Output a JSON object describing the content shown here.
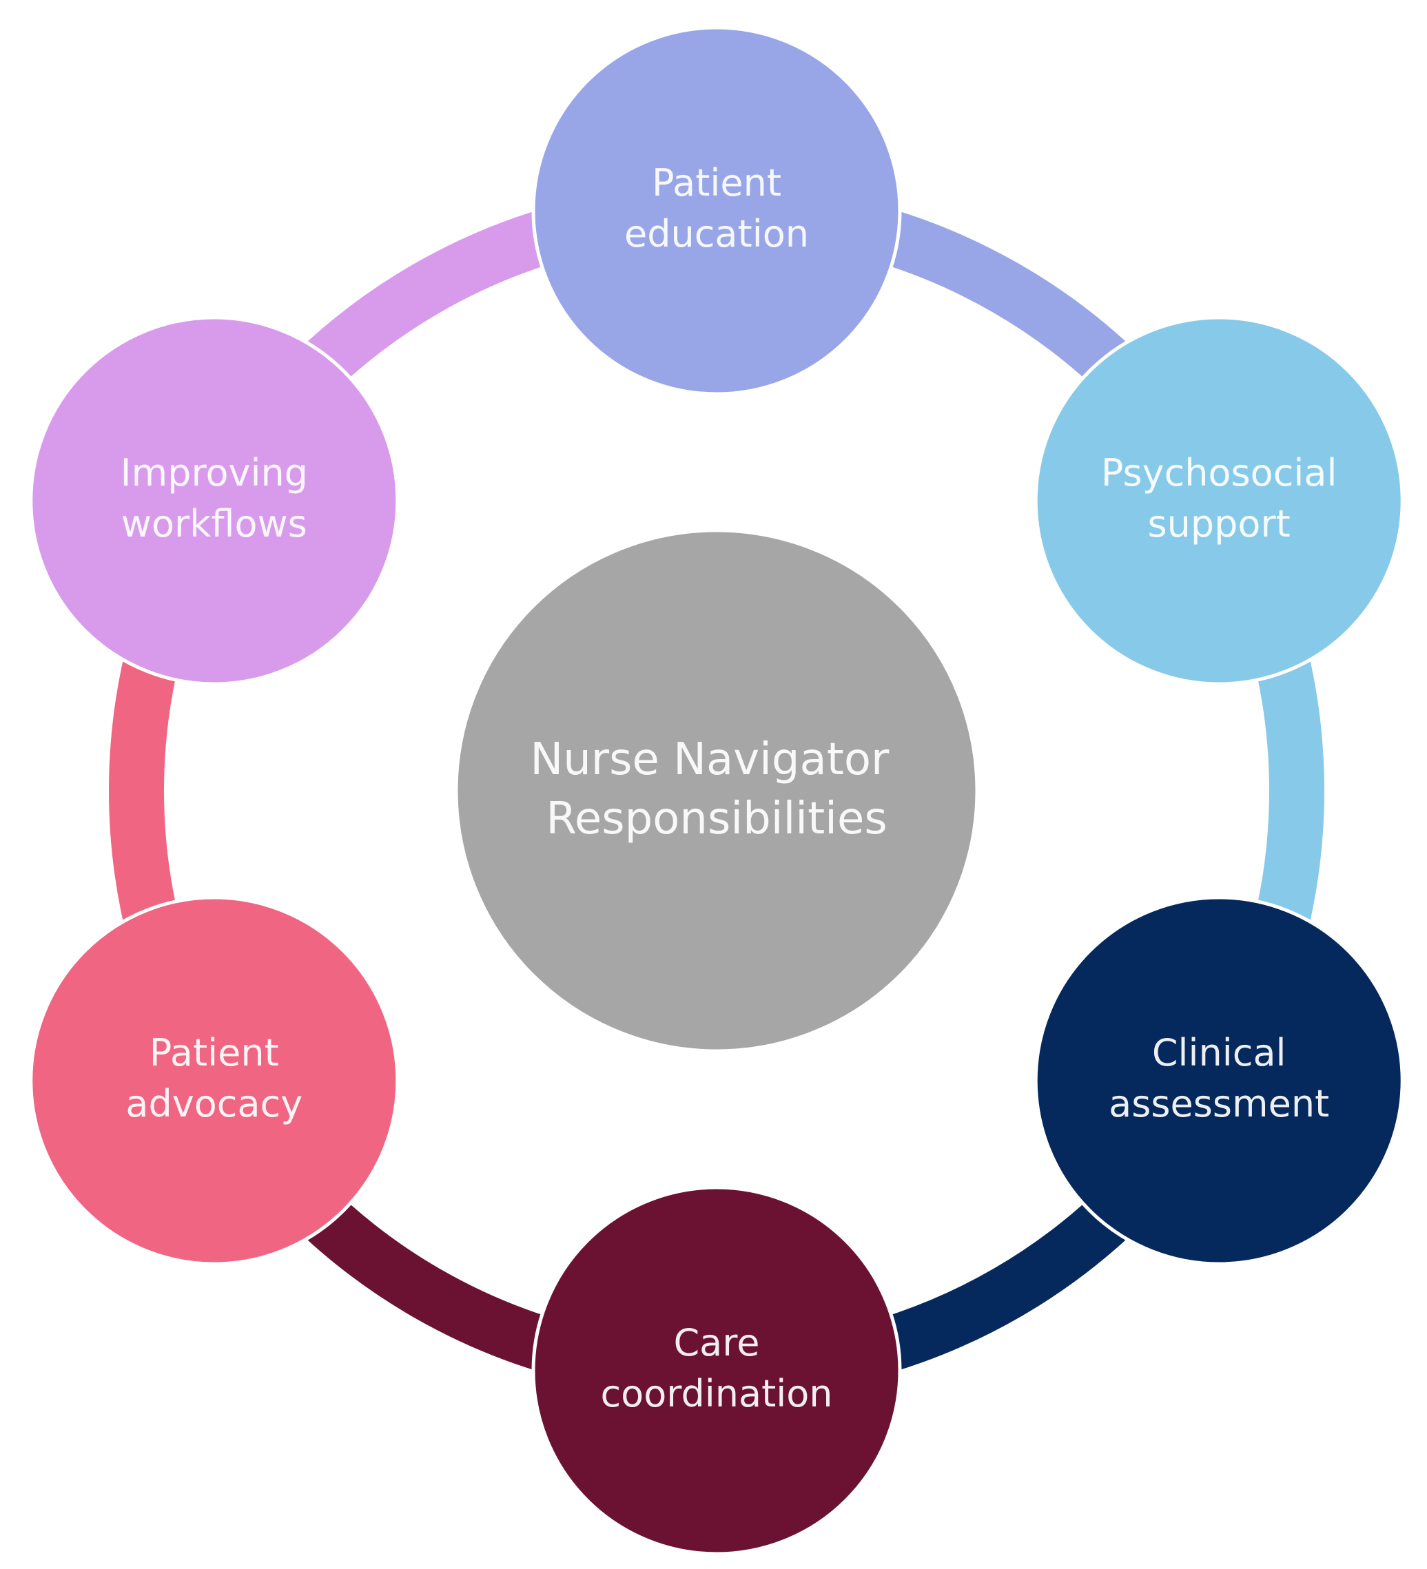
{
  "center": {
    "label_lines": [
      "Nurse Navigator",
      "Responsibilities"
    ],
    "color": "#a6a6a6"
  },
  "nodes": [
    {
      "id": "patient-education",
      "label_lines": [
        "Patient",
        "education"
      ],
      "color": "#98a6e8"
    },
    {
      "id": "psychosocial-support",
      "label_lines": [
        "Psychosocial",
        "support"
      ],
      "color": "#86c9e9"
    },
    {
      "id": "clinical-assessment",
      "label_lines": [
        "Clinical",
        "assessment"
      ],
      "color": "#05295c"
    },
    {
      "id": "care-coordination",
      "label_lines": [
        "Care",
        "coordination"
      ],
      "color": "#6b1232"
    },
    {
      "id": "patient-advocacy",
      "label_lines": [
        "Patient",
        "advocacy"
      ],
      "color": "#f06582"
    },
    {
      "id": "improving-workflows",
      "label_lines": [
        "Improving",
        "workflows"
      ],
      "color": "#d89bec"
    }
  ]
}
